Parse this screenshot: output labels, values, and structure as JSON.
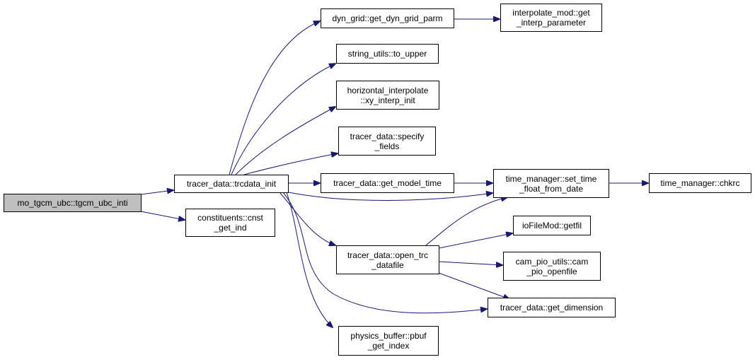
{
  "diagram": {
    "edge_color": "#191970",
    "root_fill": "#bfbfbf",
    "nodes": {
      "root": "mo_tgcm_ubc::tgcm_ubc_inti",
      "trcdata_init": "tracer_data::trcdata_init",
      "cnst_get_ind": "constituents::cnst\n_get_ind",
      "get_dyn_grid_parm": "dyn_grid::get_dyn_grid_parm",
      "get_interp_parameter": "interpolate_mod::get\n_interp_parameter",
      "to_upper": "string_utils::to_upper",
      "xy_interp_init": "horizontal_interpolate\n::xy_interp_init",
      "specify_fields": "tracer_data::specify\n_fields",
      "get_model_time": "tracer_data::get_model_time",
      "set_time_float_from_date": "time_manager::set_time\n_float_from_date",
      "chkrc": "time_manager::chkrc",
      "getfil": "ioFileMod::getfil",
      "open_trc_datafile": "tracer_data::open_trc\n_datafile",
      "cam_pio_openfile": "cam_pio_utils::cam\n_pio_openfile",
      "get_dimension": "tracer_data::get_dimension",
      "pbuf_get_index": "physics_buffer::pbuf\n_get_index"
    }
  }
}
